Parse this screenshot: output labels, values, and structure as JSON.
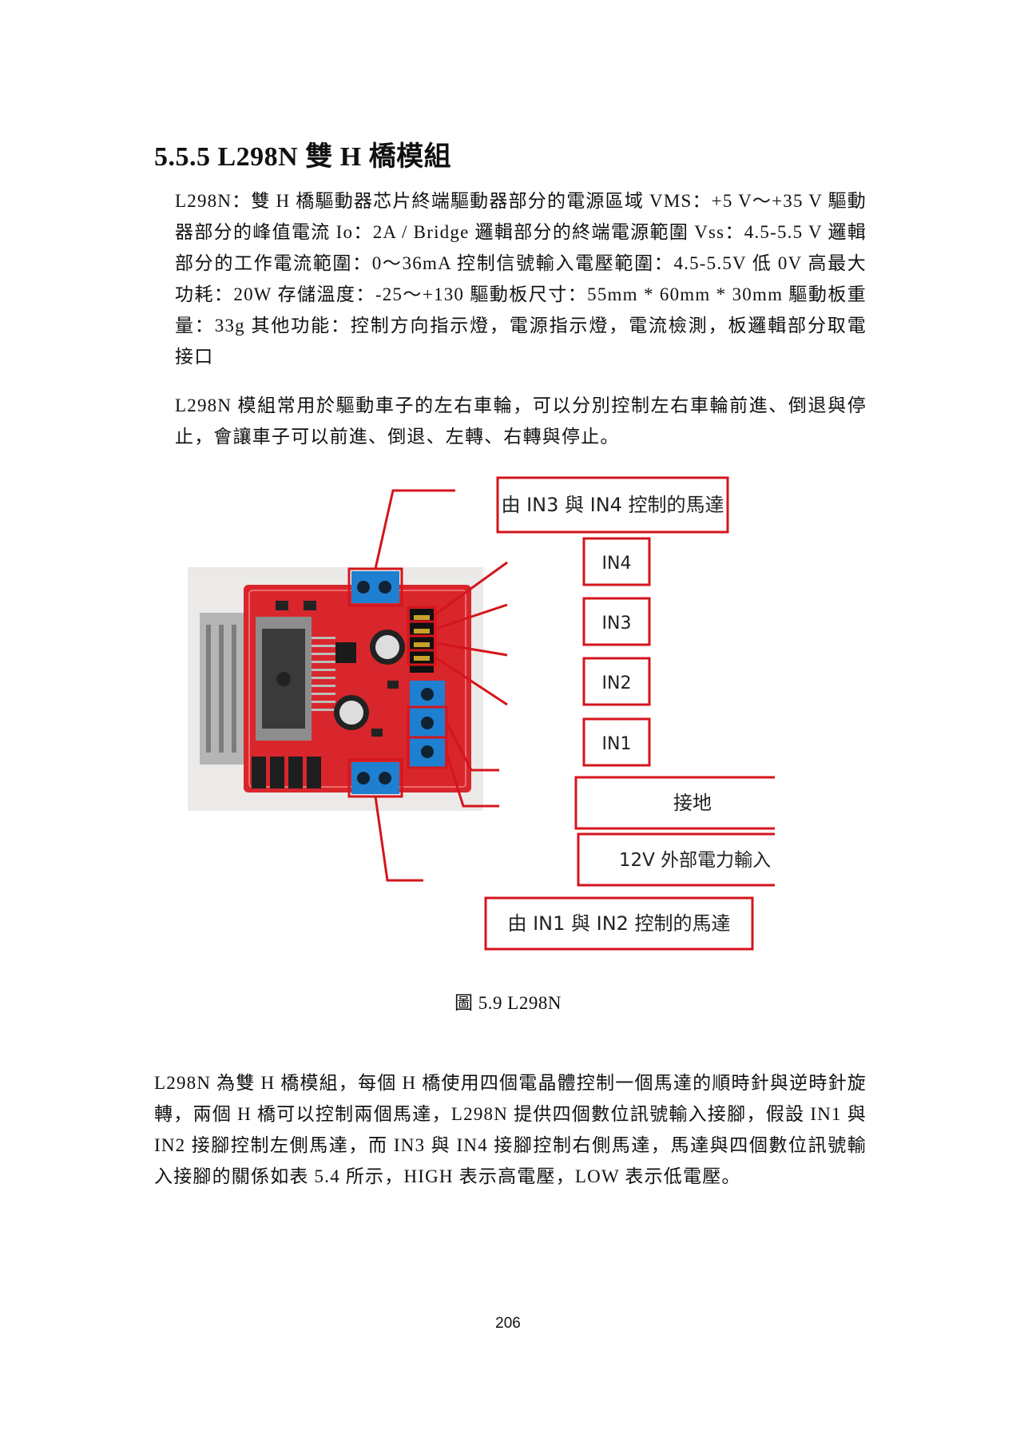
{
  "section_heading": "5.5.5 L298N 雙 H 橋模組",
  "paragraphs": {
    "spec": "L298N：雙 H 橋驅動器芯片終端驅動器部分的電源區域 VMS：+5 V～+35 V 驅動器部分的峰值電流 Io：2A / Bridge 邏輯部分的終端電源範圍 Vss：4.5-5.5 V 邏輯部分的工作電流範圍：0～36mA 控制信號輸入電壓範圍：4.5-5.5V 低 0V 高最大功耗：20W 存儲溫度：-25～+130 驅動板尺寸：55mm * 60mm * 30mm 驅動板重量：33g 其他功能：控制方向指示燈，電源指示燈，電流檢測，板邏輯部分取電接口",
    "usage": "L298N 模組常用於驅動車子的左右車輪，可以分別控制左右車輪前進、倒退與停止，會讓車子可以前進、倒退、左轉、右轉與停止。",
    "description": "L298N 為雙 H 橋模組，每個 H 橋使用四個電晶體控制一個馬達的順時針與逆時針旋轉，兩個 H 橋可以控制兩個馬達，L298N 提供四個數位訊號輸入接腳，假設 IN1 與 IN2 接腳控制左側馬達，而 IN3 與 IN4 接腳控制右側馬達，馬達與四個數位訊號輸入接腳的關係如表 5.4 所示，HIGH 表示高電壓，LOW 表示低電壓。"
  },
  "figure": {
    "labels": {
      "motor_b": "由 IN3 與 IN4 控制的馬達",
      "in4": "IN4",
      "in3": "IN3",
      "in2": "IN2",
      "in1": "IN1",
      "ground": "接地",
      "power": "12V 外部電力輸入",
      "motor_a": "由 IN1 與 IN2 控制的馬達"
    },
    "caption": "圖 5.9 L298N",
    "colors": {
      "callout": "#d4151c",
      "board": "#d8262c",
      "terminal": "#1f7fd0",
      "heatsink": "#9a9a9a"
    }
  },
  "page_number": "206"
}
